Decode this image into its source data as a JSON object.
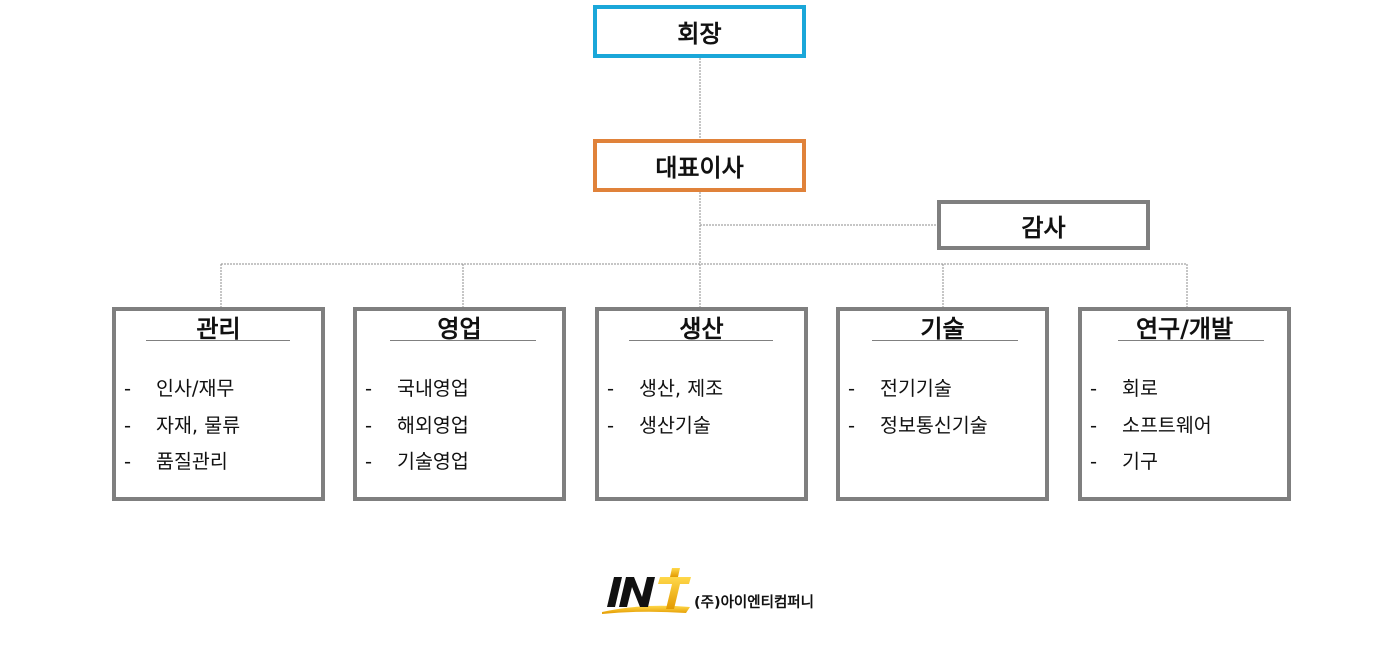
{
  "chairman": {
    "label": "회장",
    "border_color": "#1aa7d9"
  },
  "ceo": {
    "label": "대표이사",
    "border_color": "#e0823a"
  },
  "audit": {
    "label": "감사",
    "border_color": "#7f7f7f"
  },
  "departments": [
    {
      "title": "관리",
      "items": [
        "인사/재무",
        "자재, 물류",
        "품질관리"
      ]
    },
    {
      "title": "영업",
      "items": [
        "국내영업",
        "해외영업",
        "기술영업"
      ]
    },
    {
      "title": "생산",
      "items": [
        "생산, 제조",
        "생산기술"
      ]
    },
    {
      "title": "기술",
      "items": [
        "전기기술",
        "정보통신기술"
      ]
    },
    {
      "title": "연구/개발",
      "items": [
        "회로",
        "소프트웨어",
        "기구"
      ]
    }
  ],
  "bullet": "-",
  "logo": {
    "mark_text": "INT",
    "company_name": "(주)아이엔티컴퍼니",
    "mark_color": "#111111",
    "accent_color": "#f2b705"
  },
  "connector_color": "#8c8c8c"
}
